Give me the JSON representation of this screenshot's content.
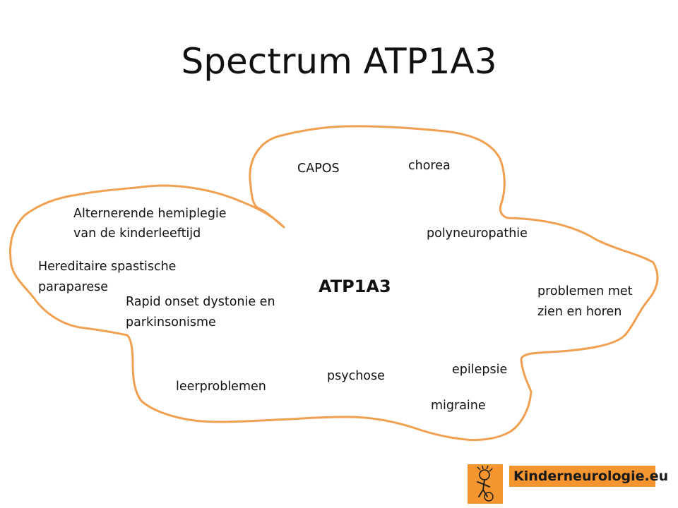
{
  "slide": {
    "title": "Spectrum ATP1A3",
    "center_label": "ATP1A3",
    "terms": {
      "capos": "CAPOS",
      "chorea": "chorea",
      "hemiplegie_1": "Alternerende hemiplegie",
      "hemiplegie_2": "van de kinderleeftijd",
      "polyneuropathie": "polyneuropathie",
      "paraparese_1": "Hereditaire spastische",
      "paraparese_2": "paraparese",
      "dystonie_1": "Rapid onset dystonie en",
      "dystonie_2": "parkinsonisme",
      "zien_1": "problemen met",
      "zien_2": "zien en horen",
      "epilepsie": "epilepsie",
      "psychose": "psychose",
      "leerproblemen": "leerproblemen",
      "migraine": "migraine"
    },
    "logo": {
      "text": "Kinderneurologie.eu",
      "icon": "child-figure-icon"
    },
    "colors": {
      "outline": "#f0a050",
      "logo_bg": "#f4952f"
    }
  }
}
